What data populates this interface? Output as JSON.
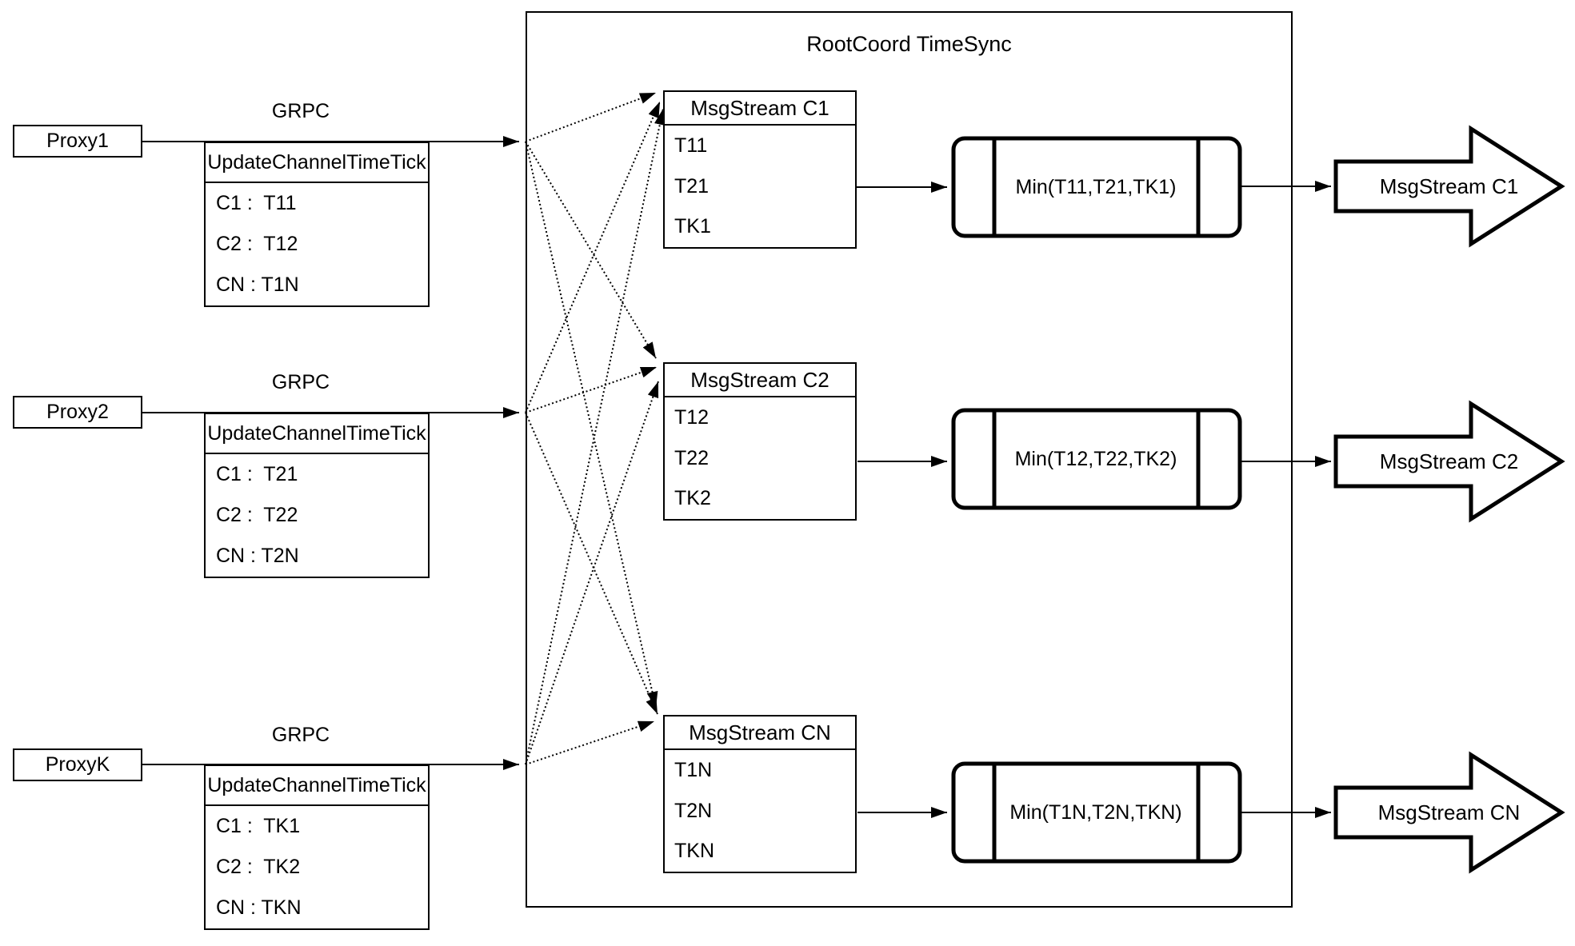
{
  "diagram": {
    "title": "RootCoord TimeSync",
    "grpc_label": "GRPC",
    "tick_table_header": "UpdateChannelTimeTick",
    "colors": {
      "stroke": "#000000",
      "background": "#ffffff"
    },
    "proxies": [
      {
        "name": "Proxy1",
        "rows": [
          "C1 :  T11",
          "C2 :  T12",
          "CN : T1N"
        ]
      },
      {
        "name": "Proxy2",
        "rows": [
          "C1 :  T21",
          "C2 :  T22",
          "CN : T2N"
        ]
      },
      {
        "name": "ProxyK",
        "rows": [
          "C1 :  TK1",
          "C2 :  TK2",
          "CN : TKN"
        ]
      }
    ],
    "streams": [
      {
        "header": "MsgStream C1",
        "rows": [
          "T11",
          "T21",
          "TK1"
        ],
        "min": "Min(T11,T21,TK1)",
        "out": "MsgStream C1"
      },
      {
        "header": "MsgStream C2",
        "rows": [
          "T12",
          "T22",
          "TK2"
        ],
        "min": "Min(T12,T22,TK2)",
        "out": "MsgStream C2"
      },
      {
        "header": "MsgStream CN",
        "rows": [
          "T1N",
          "T2N",
          "TKN"
        ],
        "min": "Min(T1N,T2N,TKN)",
        "out": "MsgStream CN"
      }
    ]
  }
}
